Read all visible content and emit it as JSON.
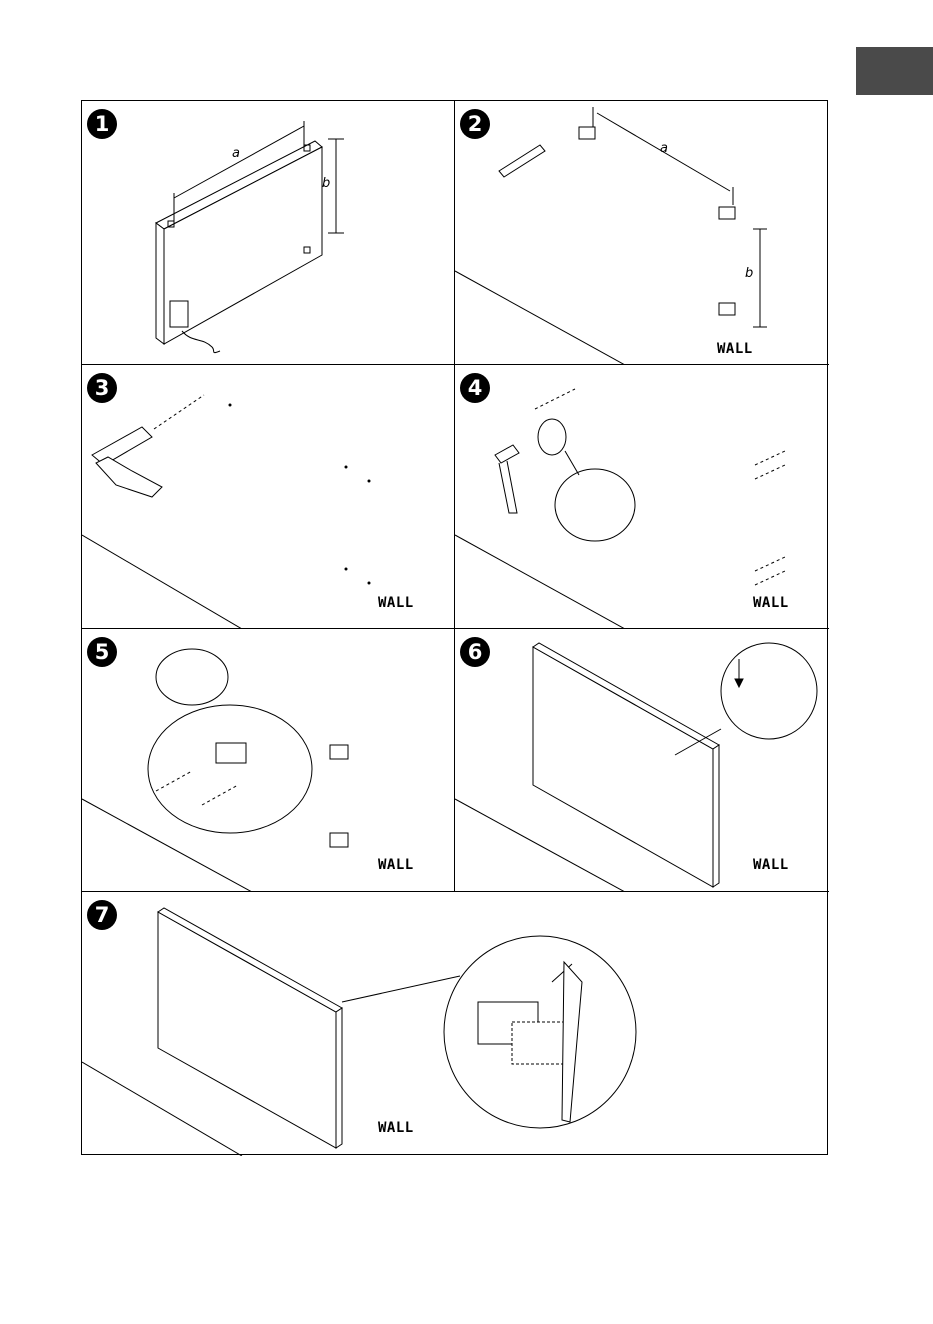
{
  "steps": [
    {
      "number": "1",
      "labels": {
        "a": "a",
        "b": "b"
      }
    },
    {
      "number": "2",
      "labels": {
        "a": "a",
        "b": "b"
      },
      "wall": "WALL"
    },
    {
      "number": "3",
      "wall": "WALL"
    },
    {
      "number": "4",
      "wall": "WALL"
    },
    {
      "number": "5",
      "wall": "WALL"
    },
    {
      "number": "6",
      "wall": "WALL"
    },
    {
      "number": "7",
      "wall": "WALL"
    }
  ],
  "colors": {
    "tab": "#4a4a4a",
    "line": "#000000"
  }
}
